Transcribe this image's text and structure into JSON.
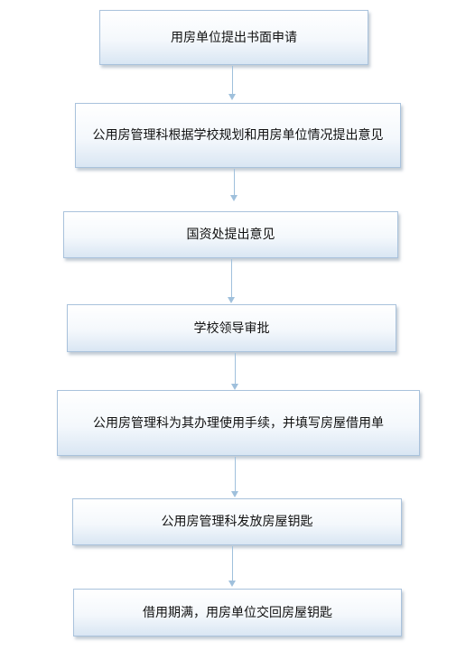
{
  "steps": [
    {
      "text": "用房单位提出书面申请"
    },
    {
      "text": "公用房管理科根据学校规划和用房单位情况提出意见"
    },
    {
      "text": "国资处提出意见"
    },
    {
      "text": "学校领导审批"
    },
    {
      "text": "公用房管理科为其办理使用手续，并填写房屋借用单"
    },
    {
      "text": "公用房管理科发放房屋钥匙"
    },
    {
      "text": "借用期满，用房单位交回房屋钥匙"
    }
  ],
  "colors": {
    "box_border": "#a9c2dc",
    "box_fill_top": "#ffffff",
    "box_fill_bottom": "#d9e6f3",
    "connector": "#9fc0dc"
  }
}
